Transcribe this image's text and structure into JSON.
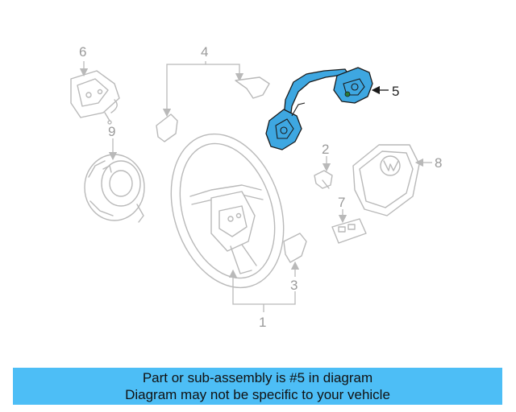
{
  "diagram": {
    "callouts": [
      "1",
      "2",
      "3",
      "4",
      "5",
      "6",
      "7",
      "8",
      "9"
    ],
    "highlight_color": "#3ea7e1"
  },
  "banner": {
    "line1": "Part or sub-assembly is #5 in diagram",
    "line2": "Diagram may not be specific to your vehicle",
    "background": "#4dbef6"
  }
}
